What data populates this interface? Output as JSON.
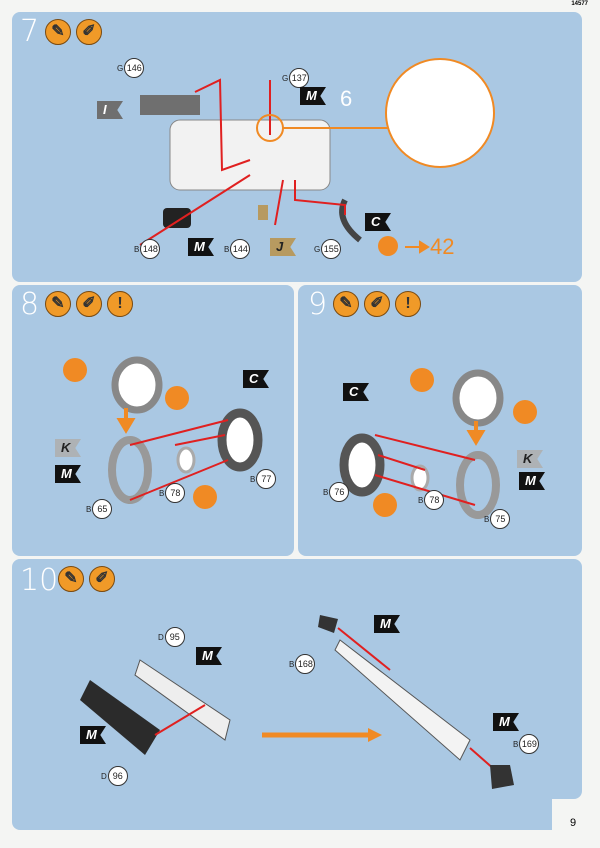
{
  "header": {
    "kit_number": "14577"
  },
  "footer": {
    "page_number": "9"
  },
  "steps": [
    {
      "number": "7",
      "icons": [
        "glue-icon",
        "paint-icon"
      ],
      "callouts": [
        {
          "prefix": "G",
          "num": "146"
        },
        {
          "prefix": "G",
          "num": "137"
        },
        {
          "prefix": "B",
          "num": "148"
        },
        {
          "prefix": "B",
          "num": "144"
        },
        {
          "prefix": "G",
          "num": "155"
        }
      ],
      "colors": [
        "I",
        "M",
        "M",
        "J",
        "C"
      ],
      "subassembly": "6",
      "reference": "42"
    },
    {
      "number": "8",
      "icons": [
        "glue-icon",
        "paint-icon",
        "attention-icon"
      ],
      "callouts": [
        {
          "prefix": "B",
          "num": "65"
        },
        {
          "prefix": "B",
          "num": "78"
        },
        {
          "prefix": "B",
          "num": "77"
        }
      ],
      "colors": [
        "K",
        "M",
        "C"
      ],
      "attention": "!"
    },
    {
      "number": "9",
      "icons": [
        "glue-icon",
        "paint-icon",
        "attention-icon"
      ],
      "callouts": [
        {
          "prefix": "B",
          "num": "76"
        },
        {
          "prefix": "B",
          "num": "78"
        },
        {
          "prefix": "B",
          "num": "75"
        }
      ],
      "colors": [
        "C",
        "K",
        "M"
      ],
      "attention": "!"
    },
    {
      "number": "10",
      "icons": [
        "glue-icon",
        "paint-icon"
      ],
      "callouts": [
        {
          "prefix": "D",
          "num": "95"
        },
        {
          "prefix": "D",
          "num": "96"
        },
        {
          "prefix": "B",
          "num": "168"
        },
        {
          "prefix": "B",
          "num": "169"
        }
      ],
      "colors": [
        "M",
        "M",
        "M",
        "M"
      ]
    }
  ],
  "accent_color": "#f08a24"
}
